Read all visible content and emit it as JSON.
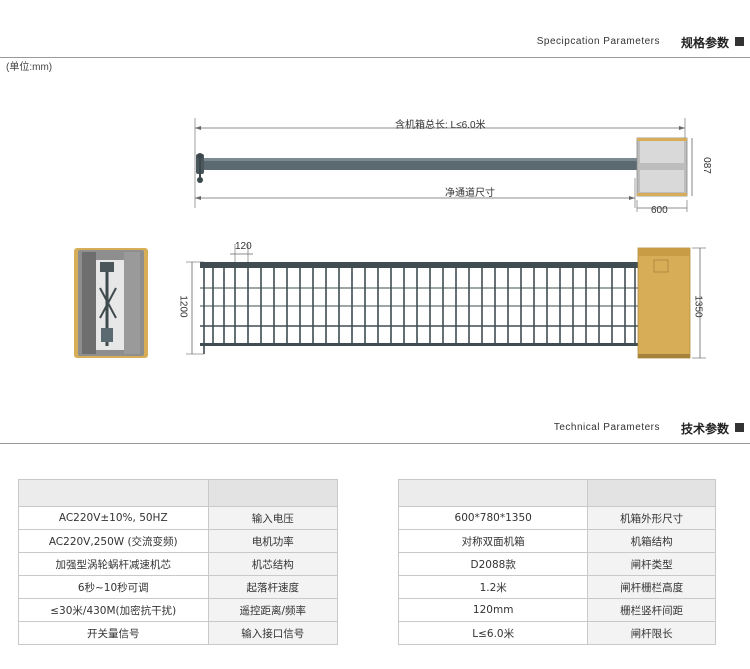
{
  "section1": {
    "title": "规格参数",
    "subtitle": "Specipcation  Parameters"
  },
  "unit_note": "(单位:mm)",
  "top_view": {
    "total_length_label": "含机箱总长: L≤6.0米",
    "clear_width_label": "净通道尺寸",
    "depth_label": "087",
    "width_label": "600"
  },
  "front_view": {
    "spacing_label": "120",
    "fence_height_label": "1200",
    "cabinet_height_label": "1350"
  },
  "section2": {
    "title": "技术参数",
    "subtitle": "Technical  Parameters"
  },
  "colors": {
    "cabinet": "#d7ad57",
    "boom": "#5a6a70",
    "fence": "#3f4c52"
  },
  "left_table": [
    {
      "value": "",
      "label": ""
    },
    {
      "value": "AC220V±10%, 50HZ",
      "label": "输入电压"
    },
    {
      "value": "AC220V,250W (交流变频)",
      "label": "电机功率"
    },
    {
      "value": "加强型涡轮蜗杆减速机芯",
      "label": "机芯结构"
    },
    {
      "value": "6秒~10秒可调",
      "label": "起落杆速度"
    },
    {
      "value": "≤30米/430M(加密抗干扰)",
      "label": "遥控距离/频率"
    },
    {
      "value": "开关量信号",
      "label": "输入接口信号"
    }
  ],
  "right_table": [
    {
      "value": "",
      "label": ""
    },
    {
      "value": "600*780*1350",
      "label": "机箱外形尺寸"
    },
    {
      "value": "对称双面机箱",
      "label": "机箱结构"
    },
    {
      "value": "D2088款",
      "label": "闸杆类型"
    },
    {
      "value": "1.2米",
      "label": "闸杆栅栏高度"
    },
    {
      "value": "120mm",
      "label": "栅栏竖杆间距"
    },
    {
      "value": "L≤6.0米",
      "label": "闸杆限长"
    }
  ]
}
